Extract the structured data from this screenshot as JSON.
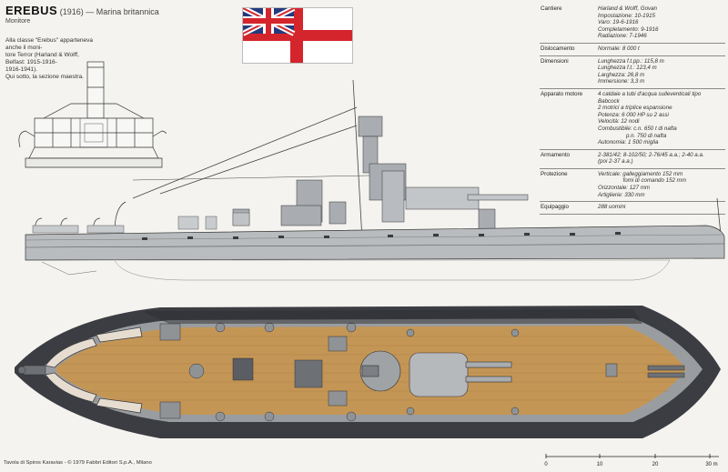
{
  "title": {
    "name": "EREBUS",
    "year": "(1916)",
    "nation": "— Marina britannica",
    "type": "Monitore"
  },
  "description": [
    "Alla classe \"Erebus\" apparteneva anche il moni-",
    "tore Terror (Harland & Wolff, Belfast: 1915-1916-",
    "1916-1941).",
    "Qui sotto, la sezione maestra."
  ],
  "specs": [
    {
      "label": "Cantiere",
      "values": [
        "Harland & Wolff, Govan",
        "Impostazione: 10-1915",
        "Varo: 19-6-1916",
        "Completamento: 9-1916",
        "Radiazione: 7-1946"
      ]
    },
    {
      "label": "Dislocamento",
      "values": [
        "Normale: 8 000 t"
      ]
    },
    {
      "label": "Dimensioni",
      "values": [
        "Lunghezza f.t.pp.: 115,8 m",
        "Lunghezza f.t.: 123,4 m",
        "Larghezza: 26,8 m",
        "Immersione: 3,3 m"
      ]
    },
    {
      "label": "Apparato motore",
      "values": [
        "4 caldaie a tubi d'acqua sulleventicali tipo",
        "Babcock",
        "2 motrici a triplice espansione",
        "Potenza: 6 000 HP su 2 assi",
        "Velocità: 12 nodi",
        "Combustibile: c.n. 650 t di nafta",
        "                  p.n. 750 di nafta",
        "Autonomia: 1 500 miglia"
      ]
    },
    {
      "label": "Armamento",
      "values": [
        "2-381/42; 8-102/50; 2-76/45 a.a.; 2-40 a.a.",
        "(poi 2-37 a.a.)"
      ]
    },
    {
      "label": "Protezione",
      "values": [
        "Verticale: galleggiamento 152 mm",
        "                fomi di comando 152 mm",
        "Orizzontale: 127 mm",
        "Artiglierie: 330 mm"
      ]
    },
    {
      "label": "Equipaggio",
      "values": [
        "288 uomini"
      ]
    }
  ],
  "credit": "Tavola di Spiros Karavias - © 1979 Fabbri Editori S.p.A., Milano",
  "scale_labels": [
    "0",
    "10",
    "20",
    "30 m"
  ],
  "colors": {
    "hull": "#b9bcbe",
    "deck_wood": "#c49656",
    "dark_hull": "#3b3d42",
    "flag_red": "#d4252c",
    "flag_blue": "#243a7e"
  }
}
